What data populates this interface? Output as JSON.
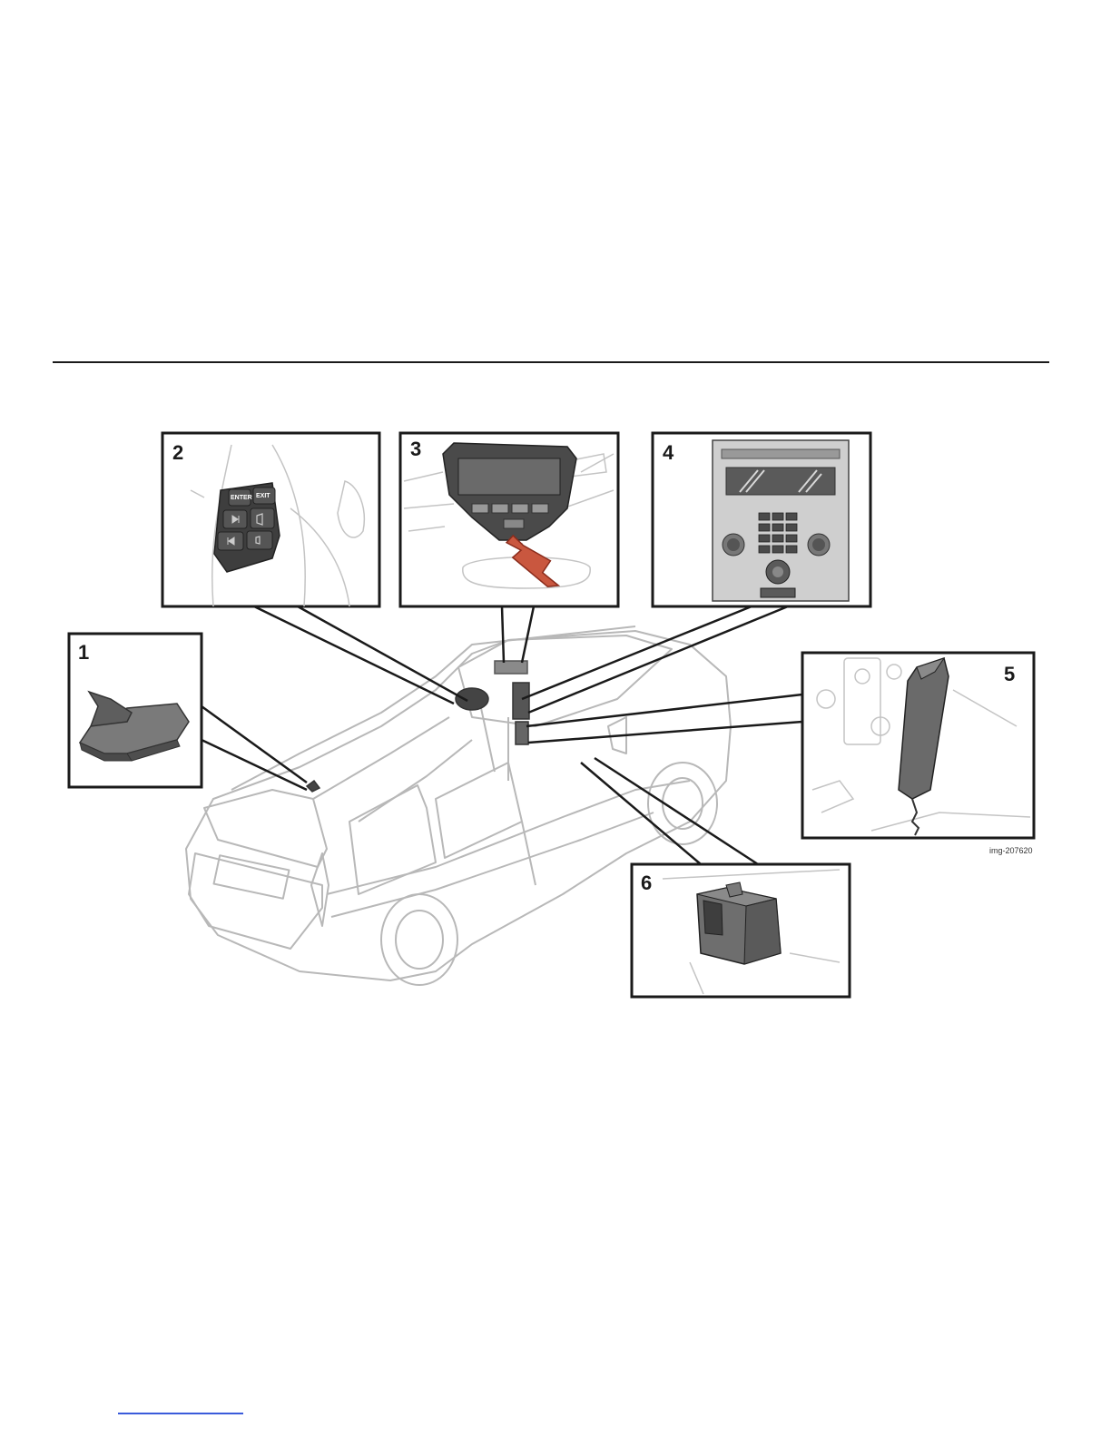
{
  "figure": {
    "image_id": "img-207620",
    "panels": [
      {
        "number": "1",
        "subject": "roof antenna"
      },
      {
        "number": "2",
        "subject": "steering wheel keypad"
      },
      {
        "number": "3",
        "subject": "ceiling console button"
      },
      {
        "number": "4",
        "subject": "center console control panel"
      },
      {
        "number": "5",
        "subject": "phone holder"
      },
      {
        "number": "6",
        "subject": "control module"
      }
    ],
    "panel_labels": {
      "p1": "1",
      "p2": "2",
      "p3": "3",
      "p4": "4",
      "p5": "5",
      "p6": "6"
    },
    "keypad_labels": {
      "enter": "ENTER",
      "exit": "EXIT"
    },
    "colors": {
      "outline": "#1a1a1a",
      "car_line": "#b8b8b8",
      "part_fill": "#6e6e6e",
      "part_dark": "#4a4a4a",
      "arrow": "#c9573f",
      "console_panel": "#cfcfcf"
    }
  }
}
